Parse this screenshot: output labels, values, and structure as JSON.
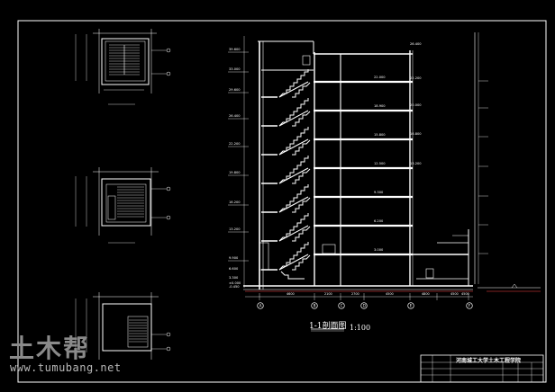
{
  "section_title": "1-1剖面图",
  "section_scale": "1:100",
  "watermark": {
    "chinese": "土木帮",
    "url": "www.tumubang.net"
  },
  "title_block": {
    "school": "河南城工大学土木工程学院"
  },
  "elevations_left": [
    "39.600",
    "33.000",
    "29.600",
    "26.400",
    "22.200",
    "19.800",
    "16.200",
    "13.200",
    "9.900",
    "6.600",
    "3.300",
    "±0.000",
    "-0.450"
  ],
  "elevations_mid": [
    "22.000",
    "18.900",
    "15.800",
    "12.500",
    "9.300",
    "6.200",
    "3.000"
  ],
  "elevations_right": [
    "26.400",
    "22.200",
    "20.000",
    "16.800",
    "13.200"
  ],
  "bottom_dims": [
    "4600",
    "2100",
    "2700",
    "4500",
    "4800",
    "4500",
    "4500"
  ],
  "axis_marks": [
    "A",
    "B",
    "C",
    "D",
    "E",
    "F"
  ],
  "colors": {
    "background": "#000000",
    "lines": "#ffffff",
    "accent": "#ff4444",
    "watermark": "#8a8a8a"
  }
}
